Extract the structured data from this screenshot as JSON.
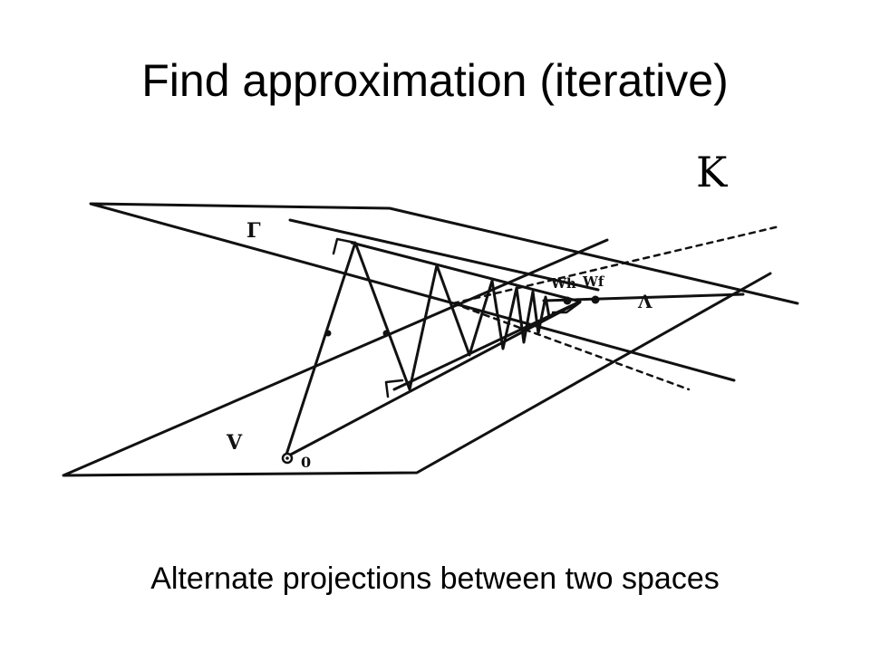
{
  "slide": {
    "title": "Find approximation (iterative)",
    "caption": "Alternate projections between two spaces",
    "symbol_k": "K"
  },
  "diagram": {
    "labels": {
      "gamma": "Γ",
      "v": "V",
      "origin": "0",
      "wh": "Wh",
      "wf": "Wf",
      "lambda": "Λ"
    }
  },
  "colors": {
    "ink": "#111111",
    "background": "#ffffff"
  }
}
